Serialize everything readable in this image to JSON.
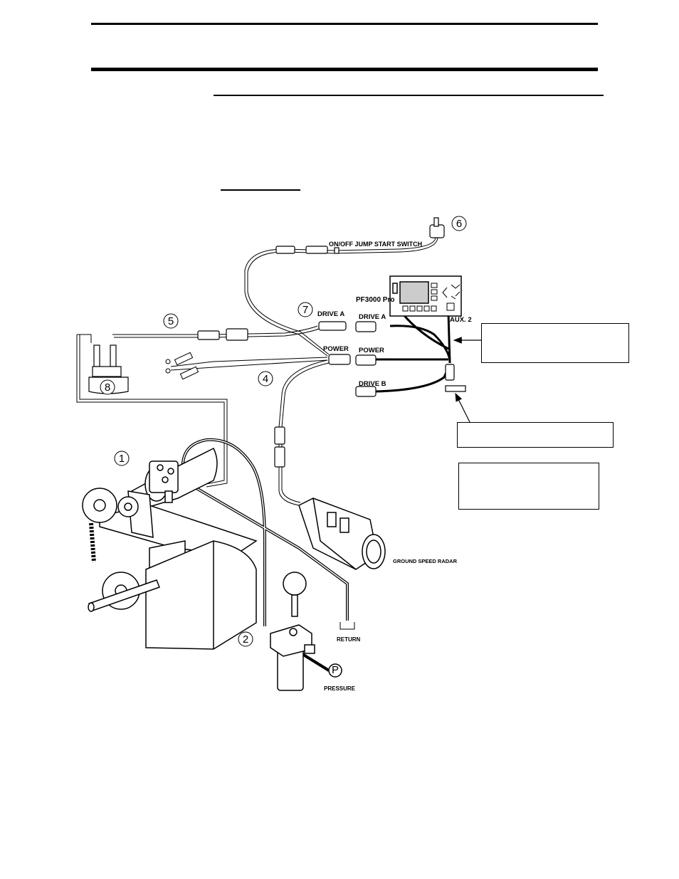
{
  "labels": {
    "onoff_switch": "ON/OFF JUMP START SWITCH",
    "console": "PF3000 Pro",
    "drive_a_harness": "DRIVE A",
    "drive_a_console": "DRIVE A",
    "power_harness": "POWER",
    "power_console": "POWER",
    "drive_b": "DRIVE B",
    "aux2": "AUX. 2",
    "ground_speed_radar": "GROUND SPEED RADAR",
    "return": "RETURN",
    "pressure": "PRESSURE",
    "pressure_symbol": "P"
  },
  "callouts": [
    "1",
    "2",
    "4",
    "5",
    "6",
    "7",
    "8"
  ]
}
